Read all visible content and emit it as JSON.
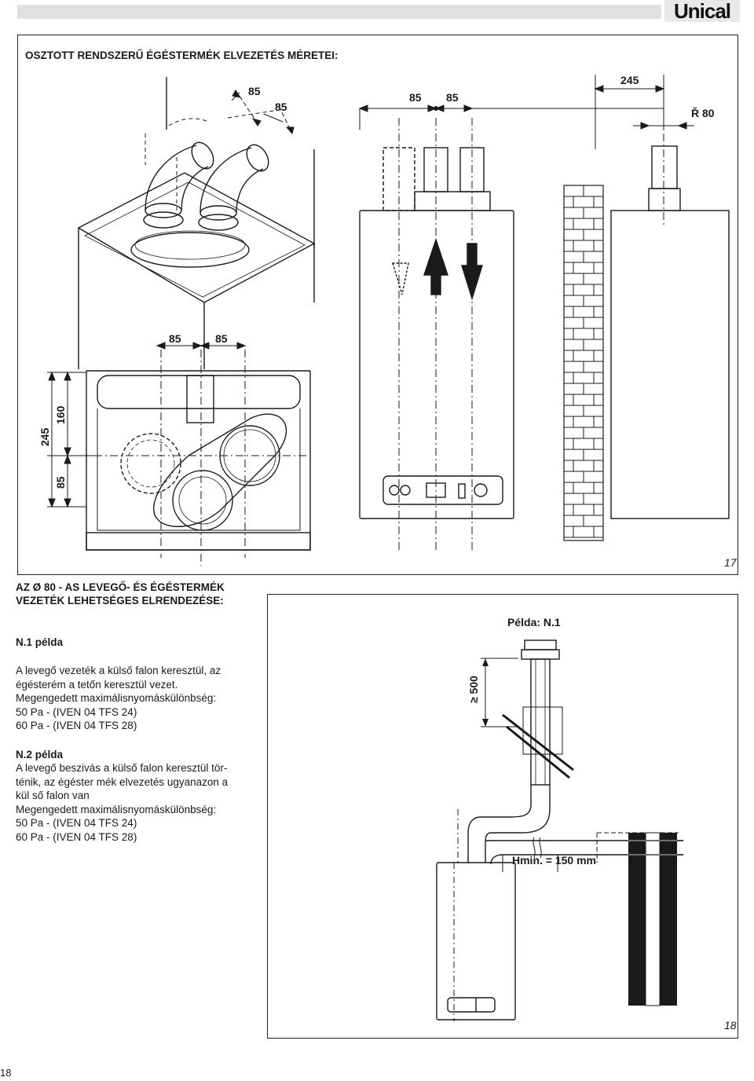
{
  "header": {
    "brand": "Unical"
  },
  "top_section": {
    "title": "OSZTOTT RENDSZERŰ ÉGÉSTERMÉK ELVEZETÉS MÉRETEI:",
    "dims": {
      "iso_a": "85",
      "iso_b": "85",
      "front_a": "85",
      "front_b": "85",
      "side_gap": "245",
      "side_diam": "Ř 80",
      "plan_a": "85",
      "plan_b": "85",
      "v_total": "245",
      "v_upper": "160",
      "v_lower": "85"
    },
    "figure_number": "17"
  },
  "bottom_section": {
    "title_line1": "AZ Ø 80 - AS LEVEGŐ- ÉS ÉGÉSTERMÉK",
    "title_line2": "VEZETÉK LEHETSÉGES ELRENDEZÉSE:",
    "example1": {
      "title": "N.1 példa",
      "lines": [
        "A levegő vezeték a külső falon keresztül, az",
        "égésterém a tetőn keresztül vezet.",
        "Megengedett maximálisnyomáskülönbség:",
        "50 Pa - (IVEN 04 TFS 24)",
        "60 Pa - (IVEN 04 TFS 28)"
      ]
    },
    "example2": {
      "title": "N.2 példa",
      "lines": [
        "A levegő beszivás a külső falon keresztül tör-",
        "ténik, az égéster mék elvezetés ugyanazon a",
        "kül ső falon van",
        "Megengedett maximálisnyomáskülönbség:",
        "50 Pa - (IVEN 04 TFS 24)",
        "60 Pa - (IVEN 04 TFS 28)"
      ]
    },
    "diagram": {
      "example_label": "Példa: N.1",
      "height_label": "≥ 500",
      "hmin_label": "Hmin. = 150 mm"
    },
    "figure_number": "18"
  },
  "page_number": "18",
  "colors": {
    "ink": "#1a1a1a",
    "header_gray": "#e0e0e0"
  }
}
